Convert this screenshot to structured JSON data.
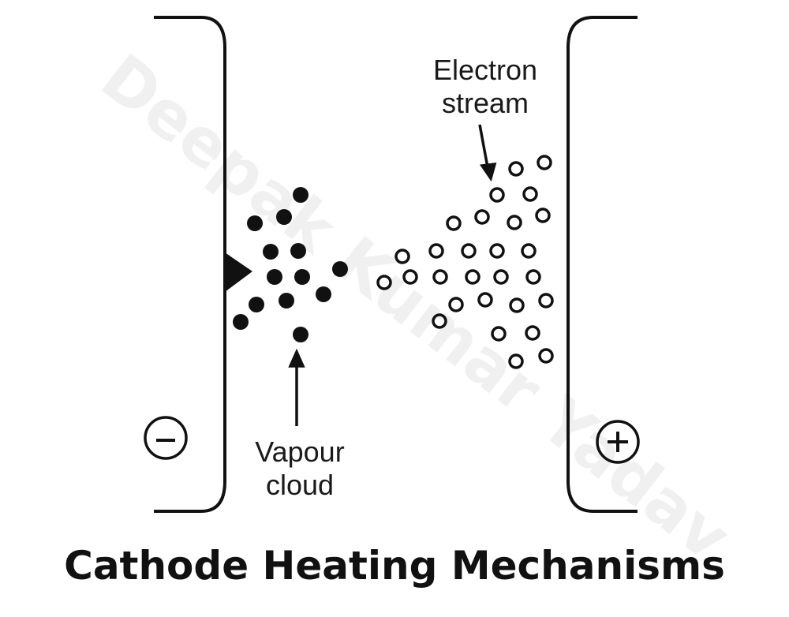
{
  "diagram": {
    "title": "Cathode Heating Mechanisms",
    "watermark": "Deepak Kumar Yadav",
    "electron_label": {
      "line1": "Electron",
      "line2": "stream"
    },
    "vapour_label": {
      "line1": "Vapour",
      "line2": "cloud"
    },
    "cathode_sign": "−",
    "anode_sign": "+"
  }
}
